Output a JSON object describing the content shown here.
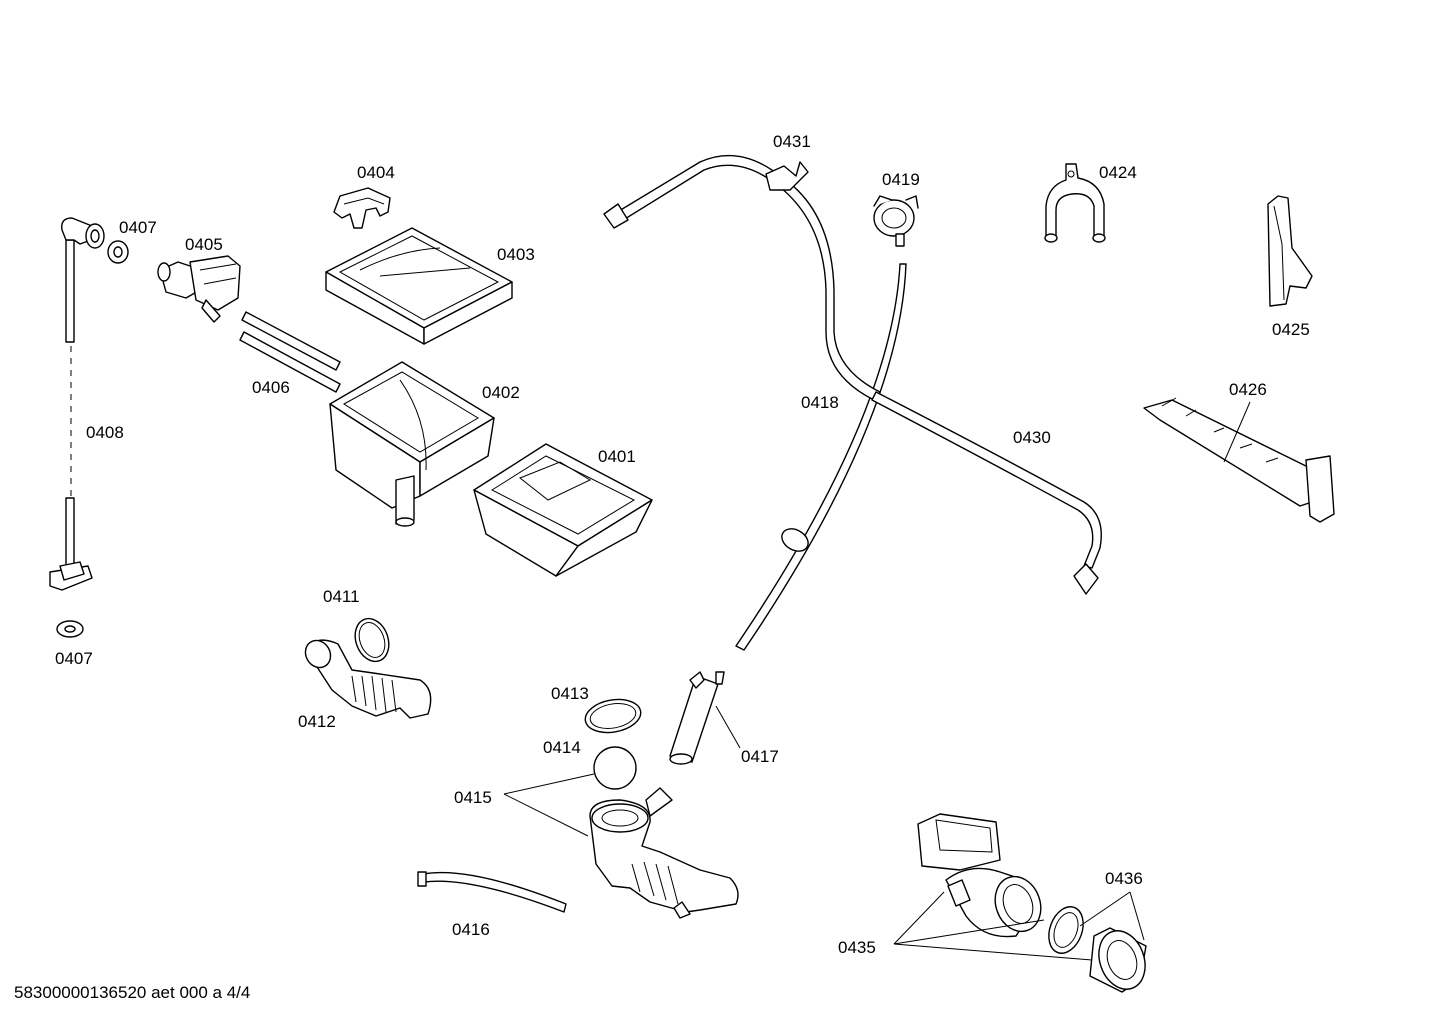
{
  "labels": {
    "p0401": "0401",
    "p0402": "0402",
    "p0403": "0403",
    "p0404": "0404",
    "p0405": "0405",
    "p0406": "0406",
    "p0407a": "0407",
    "p0407b": "0407",
    "p0408": "0408",
    "p0411": "0411",
    "p0412": "0412",
    "p0413": "0413",
    "p0414": "0414",
    "p0415": "0415",
    "p0416": "0416",
    "p0417": "0417",
    "p0418": "0418",
    "p0419": "0419",
    "p0424": "0424",
    "p0425": "0425",
    "p0426": "0426",
    "p0430": "0430",
    "p0431": "0431",
    "p0435": "0435",
    "p0436": "0436"
  },
  "footer": "58300000136520 aet 000 a 4/4"
}
